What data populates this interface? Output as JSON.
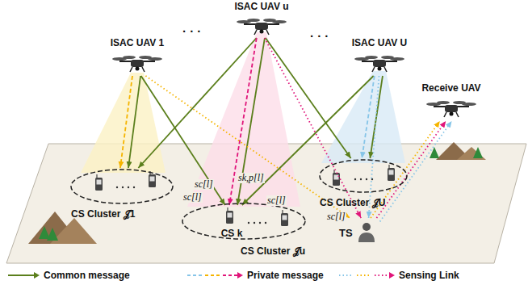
{
  "diagram": {
    "nodes": [
      {
        "text": [
          "ISAC UAV 1"
        ]
      },
      {
        "text": [
          "ISAC UAV u"
        ]
      },
      {
        "text": [
          "ISAC UAV U"
        ]
      },
      {
        "text": [
          "Receive UAV"
        ]
      },
      {
        "text": [
          "CS Cluster 𝒥1"
        ]
      },
      {
        "text": [
          "CS Cluster 𝒥u"
        ]
      },
      {
        "text": [
          "CS k"
        ],
        "in": 5
      },
      {
        "text": [
          "CS Cluster 𝒥U"
        ]
      },
      {
        "text": [
          "TS"
        ]
      }
    ],
    "edges": [
      {
        "from": 0,
        "to": 4,
        "arrow": "to"
      },
      {
        "from": 0,
        "to": 6,
        "arrow": "to"
      },
      {
        "from": 1,
        "to": 4,
        "arrow": "to"
      },
      {
        "from": 1,
        "to": 6,
        "arrow": "to"
      },
      {
        "from": 1,
        "to": 7,
        "arrow": "to"
      },
      {
        "from": 2,
        "to": 6,
        "arrow": "to"
      },
      {
        "from": 2,
        "to": 7,
        "arrow": "to"
      },
      {
        "from": 0,
        "to": 4,
        "arrow": "to"
      },
      {
        "from": 1,
        "to": 6,
        "arrow": "to"
      },
      {
        "from": 2,
        "to": 7,
        "arrow": "to"
      },
      {
        "from": 0,
        "to": 8,
        "arrow": "to"
      },
      {
        "from": 1,
        "to": 8,
        "arrow": "to"
      },
      {
        "from": 2,
        "to": 8,
        "arrow": "to"
      },
      {
        "from": 8,
        "to": 3,
        "arrow": "to"
      },
      {
        "from": 8,
        "to": 3,
        "arrow": "to"
      },
      {
        "from": 8,
        "to": 3,
        "arrow": "to"
      }
    ],
    "labels": [
      "· · ·",
      "· · ·",
      "sc[l]",
      "sc[l]",
      "sk,p[l]",
      "sc[l]",
      "sc[l]"
    ],
    "legend": [
      {
        "text": "Common message"
      },
      {
        "text": "Private message"
      },
      {
        "text": "Sensing Link"
      }
    ]
  }
}
